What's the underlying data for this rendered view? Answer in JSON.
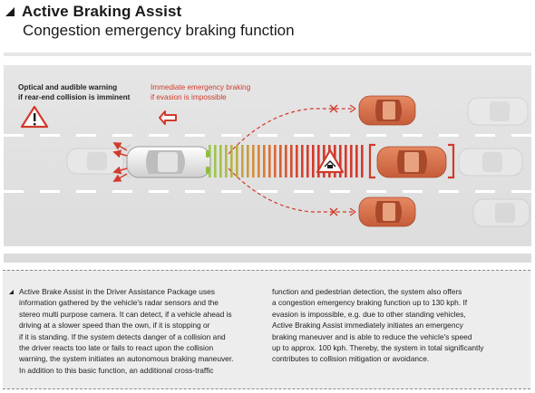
{
  "header": {
    "title": "Active Braking Assist",
    "subtitle": "Congestion emergency braking function"
  },
  "scene": {
    "warning_label_lines": [
      "Optical and audible warning",
      "if rear-end collision is imminent"
    ],
    "braking_label_lines": [
      "Immediate emergency braking",
      "if evasion is impossible"
    ],
    "colors": {
      "road": "#e2e2e2",
      "lane_marking": "#ffffff",
      "accent_red": "#d23a2b",
      "car_orange": "#d9734f",
      "sensor_green": "#8cbf3f"
    }
  },
  "description": {
    "left_lines": [
      "Active Brake Assist in the Driver Assistance Package uses",
      "information gathered by the vehicle's radar sensors and the",
      "stereo multi purpose camera. It can detect, if a vehicle ahead is",
      "driving at a slower speed than the own, if it is stopping or",
      "if it is standing. If the system detects danger of a collision and",
      "the driver reacts too late or fails to react upon the collision",
      "warning, the system initiates an autonomous braking maneuver.",
      "In addition to this basic function, an additional cross-traffic"
    ],
    "right_lines": [
      "function and pedestrian detection, the system also offers",
      "a congestion emergency braking function up to 130 kph. If",
      "evasion is impossible, e.g. due to other standing vehicles,",
      "Active Braking Assist immediately initiates an emergency",
      "braking maneuver and is able to reduce the vehicle's speed",
      "up to approx. 100 kph. Thereby, the system in total significantly",
      "contributes to collision mitigation or avoidance."
    ]
  }
}
